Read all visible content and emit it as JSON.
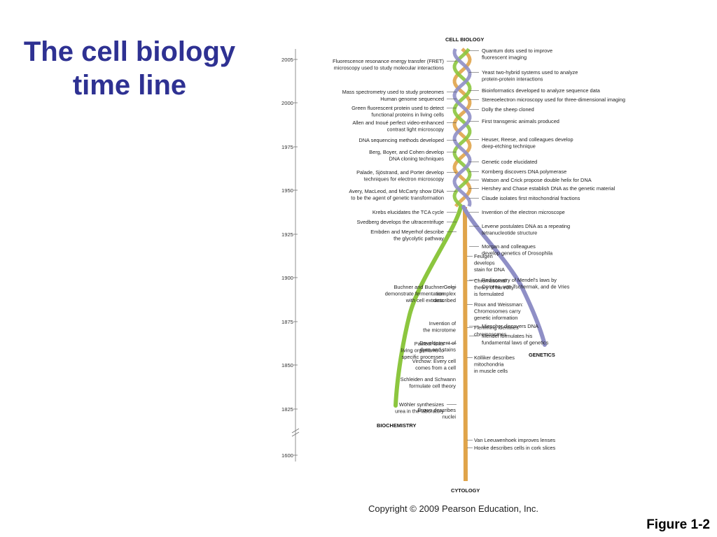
{
  "slide": {
    "title_line1": "The cell biology",
    "title_line2": "time line",
    "copyright": "Copyright © 2009 Pearson Education, Inc.",
    "figure_label": "Figure 1-2"
  },
  "branches": {
    "cell_biology": "CELL BIOLOGY",
    "genetics": "GENETICS",
    "biochemistry": "BIOCHEMISTRY",
    "cytology": "CYTOLOGY"
  },
  "colors": {
    "title": "#2e3192",
    "biochemistry": "#8cc63f",
    "cytology": "#e0a44a",
    "genetics": "#8f8fc6"
  },
  "axis_years": [
    "2005",
    "2000",
    "1975",
    "1950",
    "1925",
    "1900",
    "1875",
    "1850",
    "1825",
    "1600"
  ],
  "events_left": [
    [
      "Fluorescence resonance energy transfer (FRET)",
      "microscopy used to study molecular interactions"
    ],
    [
      "Mass spectrometry used to study proteomes"
    ],
    [
      "Human genome sequenced"
    ],
    [
      "Green fluorescent protein used to detect",
      "functional proteins in living cells"
    ],
    [
      "Allen and Inoué perfect video-enhanced",
      "contrast light microscopy"
    ],
    [
      "DNA sequencing methods developed"
    ],
    [
      "Berg, Boyer, and Cohen develop",
      "DNA cloning techniques"
    ],
    [
      "Palade, Sjöstrand, and Porter develop",
      "techniques for electron microscopy"
    ],
    [
      "Avery, MacLeod, and McCarty show DNA",
      "to be the agent of genetic transformation"
    ],
    [
      "Krebs elucidates the TCA cycle"
    ],
    [
      "Svedberg develops the ultracentrifuge"
    ],
    [
      "Embden and Meyerhof describe",
      "the glycolytic pathway"
    ],
    [
      "Buchner and Buchner",
      "demonstrate fermentation",
      "with cell extracts"
    ],
    [
      "Pasteur links",
      "living organisms to",
      "specific processes"
    ],
    [
      "Wöhler synthesizes",
      "urea in the laboratory"
    ]
  ],
  "events_cytology_left": [
    [
      "Golgi",
      "complex",
      "described"
    ],
    [
      "Invention of",
      "the microtome"
    ],
    [
      "Development of",
      "dyes and stains"
    ],
    [
      "Virchow: Every cell",
      "comes from a cell"
    ],
    [
      "Schleiden and Schwann",
      "formulate cell theory"
    ],
    [
      "Brown describes",
      "nuclei"
    ]
  ],
  "events_right": [
    [
      "Quantum dots used to improve",
      "fluorescent imaging"
    ],
    [
      "Yeast two-hybrid systems used to analyze",
      "protein-protein interactions"
    ],
    [
      "Bioinformatics developed to analyze sequence data"
    ],
    [
      "Stereoelectron microscopy used for three-dimensional imaging"
    ],
    [
      "Dolly the sheep cloned"
    ],
    [
      "First transgenic animals produced"
    ],
    [
      "Heuser, Reese, and colleagues develop",
      "deep-etching technique"
    ],
    [
      "Genetic code elucidated"
    ],
    [
      "Kornberg discovers DNA polymerase"
    ],
    [
      "Watson and Crick propose double helix for DNA"
    ],
    [
      "Hershey and Chase establish DNA as the genetic material"
    ],
    [
      "Claude isolates first mitochondrial fractions"
    ],
    [
      "Invention of the electron microscope"
    ],
    [
      "Levene postulates DNA as a repeating",
      "tetranucleotide structure"
    ],
    [
      "Morgan and colleagues",
      "develop genetics of Drosophila"
    ],
    [
      "Rediscovery of Mendel's laws by",
      "Correns, von Tschermak, and de Vries"
    ],
    [
      "Miescher discovers DNA"
    ],
    [
      "Mendel formulates his",
      "fundamental laws of genetics"
    ]
  ],
  "events_cytology_right": [
    [
      "Feulgen",
      "develops",
      "stain for DNA"
    ],
    [
      "Chromosomal",
      "theory of heredity",
      "is formulated"
    ],
    [
      "Roux and Weissman:",
      "Chromosomes carry",
      "genetic information"
    ],
    [
      "Flemming identifies",
      "chromosomes"
    ],
    [
      "Kölliker describes",
      "mitochondria",
      "in muscle cells"
    ],
    [
      "Van Leeuwenhoek improves lenses"
    ],
    [
      "Hooke describes cells in cork slices"
    ]
  ]
}
